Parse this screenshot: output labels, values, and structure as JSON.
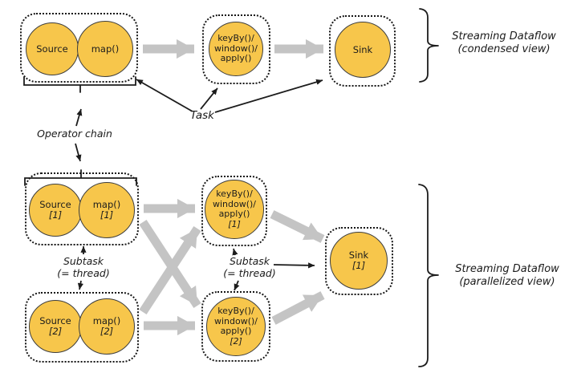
{
  "colors": {
    "node_fill": "#F7C64B",
    "node_stroke": "#3D3D3D",
    "gray_arrow": "#C4C4C4",
    "line_black": "#1C1C1C"
  },
  "condensed": {
    "source_label": "Source",
    "map_label": "map()",
    "keyby": {
      "line1": "keyBy()/",
      "line2": "window()/",
      "line3": "apply()"
    },
    "sink_label": "Sink",
    "caption": {
      "line1": "Streaming Dataflow",
      "line2": "(condensed view)"
    }
  },
  "annotations": {
    "task": "Task",
    "operator_chain": "Operator chain",
    "subtask": {
      "line1": "Subtask",
      "line2": "(= thread)"
    }
  },
  "parallelized": {
    "source1": {
      "name": "Source",
      "index": "[1]"
    },
    "map1": {
      "name": "map()",
      "index": "[1]"
    },
    "source2": {
      "name": "Source",
      "index": "[2]"
    },
    "map2": {
      "name": "map()",
      "index": "[2]"
    },
    "keyby1": {
      "line1": "keyBy()/",
      "line2": "window()/",
      "line3": "apply()",
      "index": "[1]"
    },
    "keyby2": {
      "line1": "keyBy()/",
      "line2": "window()/",
      "line3": "apply()",
      "index": "[2]"
    },
    "sink1": {
      "name": "Sink",
      "index": "[1]"
    },
    "caption": {
      "line1": "Streaming Dataflow",
      "line2": "(parallelized view)"
    }
  }
}
